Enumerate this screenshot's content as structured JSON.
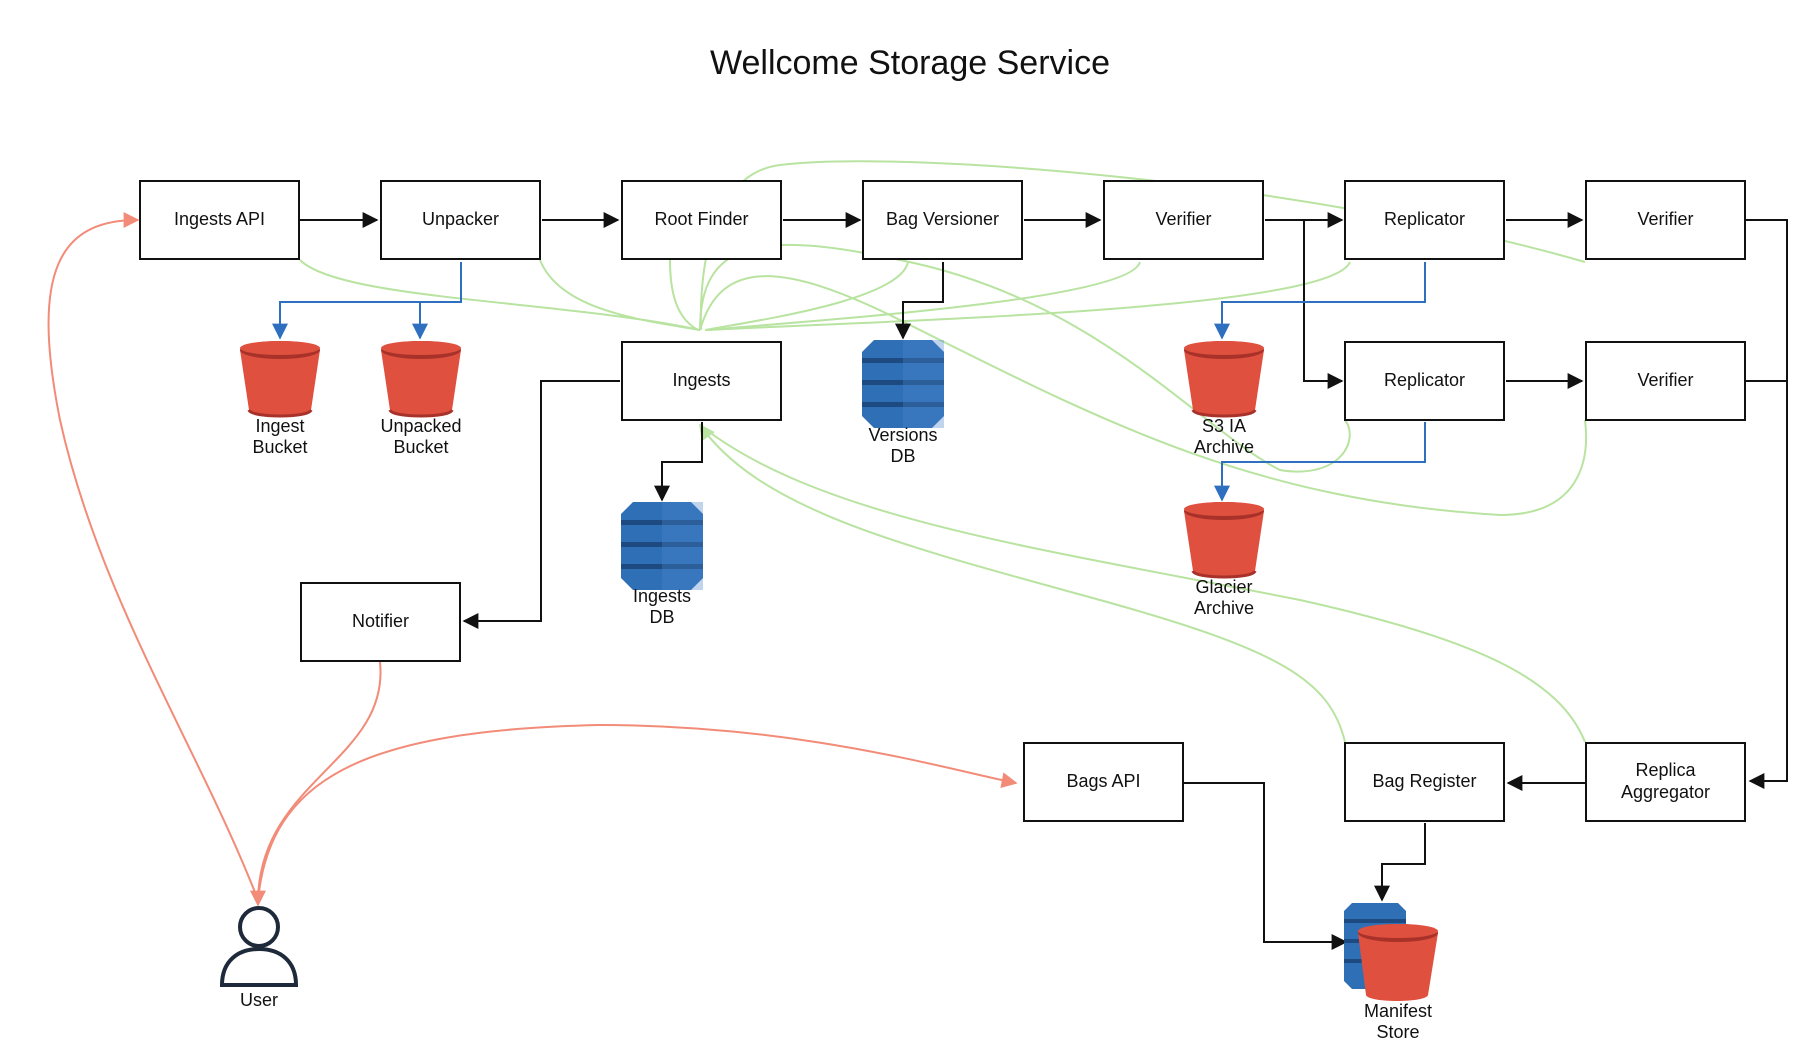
{
  "title": "Wellcome Storage Service",
  "colors": {
    "box_border": "#111111",
    "arrow": "#111111",
    "bucket_link": "#2f6fbf",
    "callback_curve": "#b8e3a0",
    "user_curve": "#f28b78",
    "bucket_red": "#e0503f",
    "db_blue": "#2f6fb5"
  },
  "services": {
    "ingests_api": "Ingests API",
    "unpacker": "Unpacker",
    "root_finder": "Root Finder",
    "bag_versioner": "Bag Versioner",
    "verifier_1": "Verifier",
    "replicator_1": "Replicator",
    "verifier_2": "Verifier",
    "ingests": "Ingests",
    "replicator_2": "Replicator",
    "verifier_3": "Verifier",
    "notifier": "Notifier",
    "bags_api": "Bags API",
    "bag_register": "Bag Register",
    "replica_aggregator": "Replica\nAggregator"
  },
  "stores": {
    "ingest_bucket": "Ingest\nBucket",
    "unpacked_bucket": "Unpacked\nBucket",
    "versions_db": "Versions\nDB",
    "s3_ia_archive": "S3 IA\nArchive",
    "ingests_db": "Ingests\nDB",
    "glacier_archive": "Glacier\nArchive",
    "manifest_store": "Manifest\nStore"
  },
  "actors": {
    "user": "User"
  },
  "icons": {
    "bucket": "s3-bucket-icon",
    "database": "dynamodb-table-icon",
    "user": "user-icon"
  }
}
